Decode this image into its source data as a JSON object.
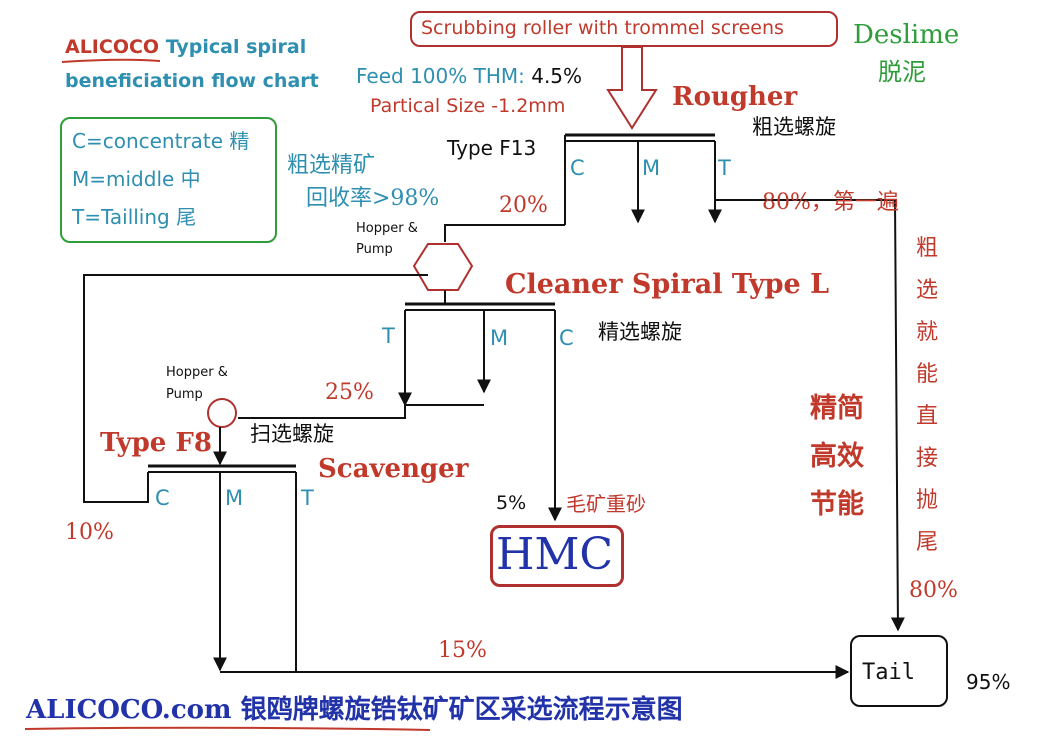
{
  "colors": {
    "red": "#c0392b",
    "teal": "#2e8fb0",
    "green": "#2e9d3a",
    "blue": "#2233aa",
    "black": "#111111"
  },
  "header": {
    "brand": "ALICOCO",
    "title_rest": " Typical spiral",
    "title_line2": "beneficiation flow chart"
  },
  "legend": {
    "c": "C=concentrate 精",
    "m": "M=middle 中",
    "t": "T=Tailling 尾"
  },
  "feed": {
    "box": "Scrubbing roller with trommel screens",
    "feed_label": "Feed 100%  THM: ",
    "thm_value": "4.5%",
    "size": "Partical Size -1.2mm",
    "deslime_en": "Deslime",
    "deslime_cn": "脱泥"
  },
  "rougher": {
    "en": "Rougher",
    "cn": "粗选螺旋",
    "type": "Type F13",
    "c": "C",
    "m": "M",
    "t": "T",
    "recovery1": "粗选精矿",
    "recovery2": "回收率>98%",
    "pct_c": "20%",
    "pct_t": "80%，第一遍",
    "vertical": "粗选就能直接抛尾",
    "pct_vertical": "80%"
  },
  "cleaner": {
    "en": "Cleaner Spiral Type L",
    "cn": "精选螺旋",
    "t": "T",
    "m": "M",
    "c": "C",
    "pct": "25%",
    "pct_c": "5%"
  },
  "scavenger": {
    "type": "Type F8",
    "cn": "扫选螺旋",
    "en": "Scavenger",
    "c": "C",
    "m": "M",
    "t": "T",
    "pct_c": "10%",
    "pct_t": "15%"
  },
  "hopper1": "Hopper &\nPump",
  "hopper2": "Hopper &\nPump",
  "hmc": {
    "label": "HMC",
    "cn": "毛矿重砂"
  },
  "slogan": [
    "精简",
    "高效",
    "节能"
  ],
  "tail": {
    "label": "Tail",
    "pct": "95%"
  },
  "footer": {
    "brand": "ALICOCO.com",
    "cn": " 银鸥牌螺旋锆钛矿矿区采选流程示意图"
  }
}
